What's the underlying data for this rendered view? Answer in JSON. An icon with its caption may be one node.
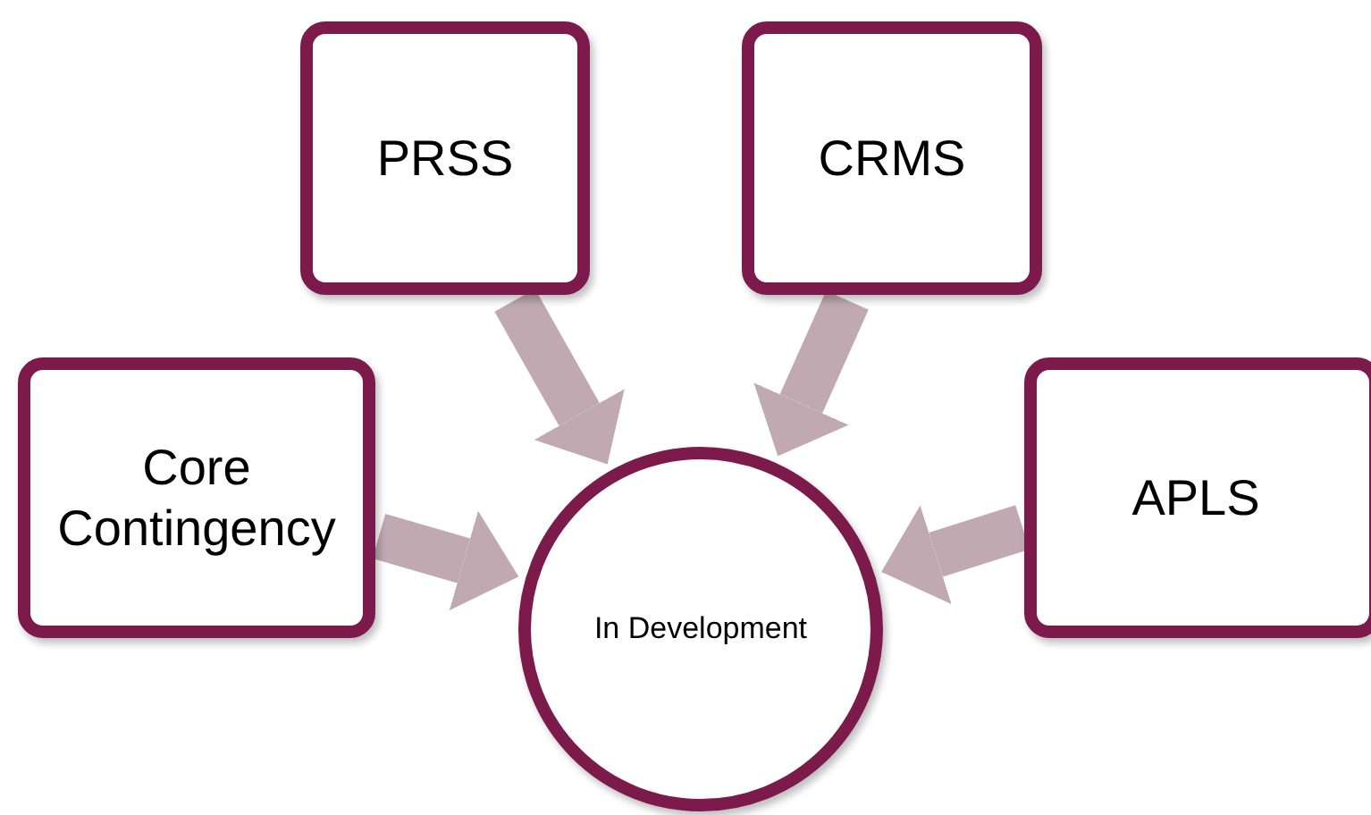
{
  "diagram": {
    "nodes": [
      {
        "text": [
          "PRSS"
        ]
      },
      {
        "text": [
          "CRMS"
        ]
      },
      {
        "text": [
          "Core Contingency"
        ]
      },
      {
        "text": [
          "APLS"
        ]
      },
      {
        "text": [
          "In Development"
        ]
      }
    ],
    "edges": [
      {
        "from": 0,
        "to": 4,
        "arrow": "to"
      },
      {
        "from": 1,
        "to": 4,
        "arrow": "to"
      },
      {
        "from": 2,
        "to": 4,
        "arrow": "to"
      },
      {
        "from": 3,
        "to": 4,
        "arrow": "to"
      }
    ]
  }
}
